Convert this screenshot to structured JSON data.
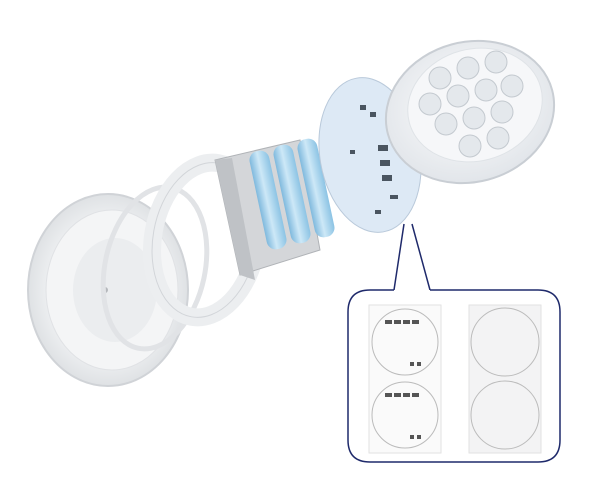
{
  "colors": {
    "background": "#ffffff",
    "callout_border": "#1f2a6b",
    "battery": "#a8d4ee",
    "pcb": "#dde9f5",
    "housing": "#f2f3f5",
    "holder": "#c9cbce"
  },
  "parts": [
    "base-cap",
    "o-ring",
    "retaining-ring",
    "battery-holder",
    "batteries",
    "pcb-board",
    "led-lens-cover"
  ],
  "callout": {
    "panels": [
      "pcb-front",
      "pcb-back"
    ]
  }
}
